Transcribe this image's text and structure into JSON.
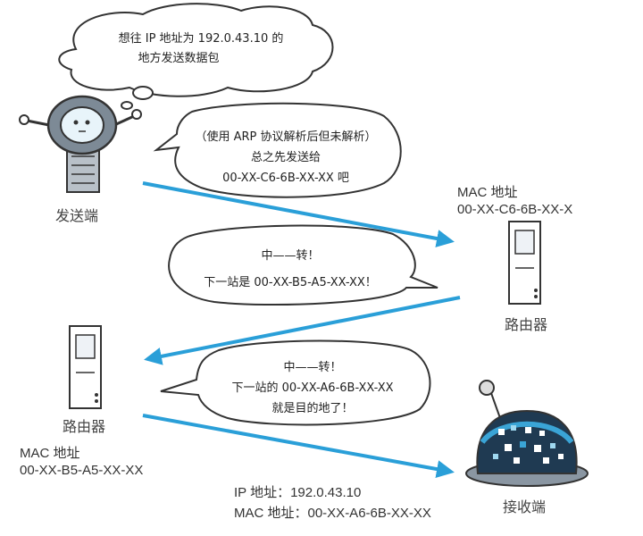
{
  "bubbles": {
    "sender_thought": [
      "想往 IP 地址为 192.0.43.10 的",
      "地方发送数据包"
    ],
    "sender_note": [
      "（使用 ARP 协议解析后但未解析）",
      "总之先发送给",
      "00-XX-C6-6B-XX-XX 吧"
    ],
    "router1_reply": [
      "中——转！",
      "下一站是 00-XX-B5-A5-XX-XX！"
    ],
    "router2_reply": [
      "中——转！",
      "下一站的 00-XX-A6-6B-XX-XX",
      "就是目的地了！"
    ]
  },
  "nodes": {
    "sender": {
      "label": "发送端"
    },
    "router_right": {
      "label": "路由器",
      "mac_title": "MAC 地址",
      "mac": "00-XX-C6-6B-XX-X"
    },
    "router_left": {
      "label": "路由器",
      "mac_title": "MAC 地址",
      "mac": "00-XX-B5-A5-XX-XX"
    },
    "receiver": {
      "label": "接收端",
      "ip_line": "IP 地址：192.0.43.10",
      "mac_line": "MAC 地址：00-XX-A6-6B-XX-XX"
    }
  },
  "colors": {
    "arrow": "#2a9fd8",
    "outline": "#333333",
    "robot_body": "#7d8a96",
    "receiver_body": "#2b7fa6"
  }
}
